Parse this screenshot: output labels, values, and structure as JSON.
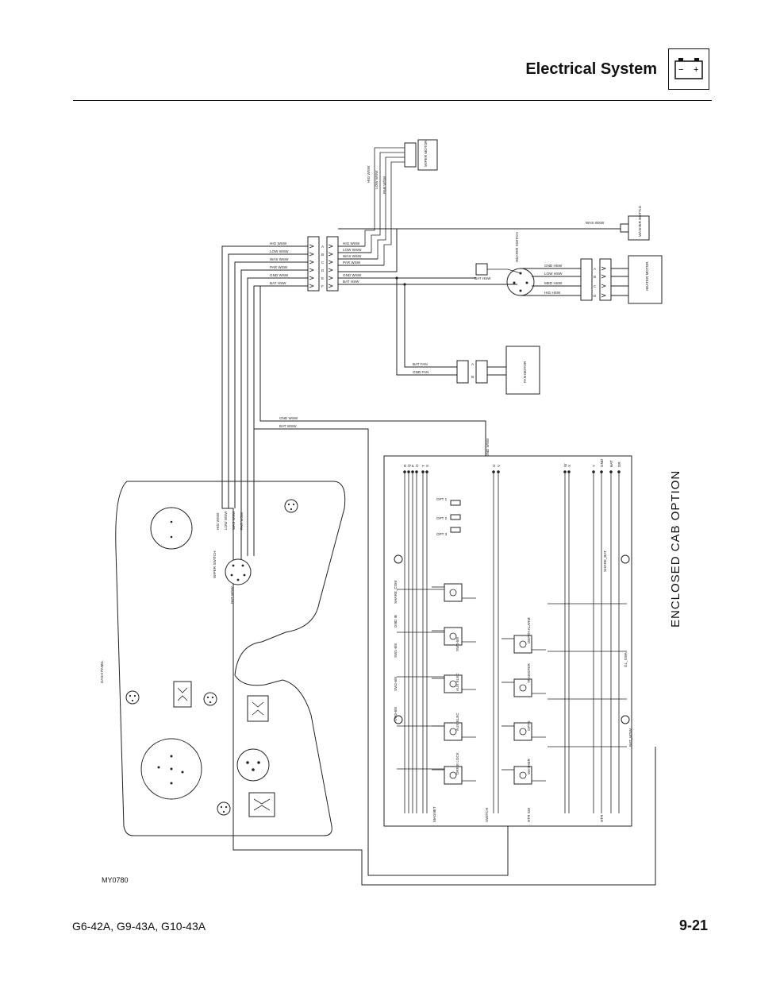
{
  "header": {
    "title": "Electrical System",
    "battery_minus": "−",
    "battery_plus": "+"
  },
  "side_label": "ENCLOSED CAB OPTION",
  "figure_id": "MY0780",
  "footer": {
    "models": "G6-42A, G9-43A, G10-43A",
    "page_number": "9-21"
  },
  "diagram": {
    "components": {
      "wiper_motor": "WIPER MOTOR",
      "washer_bottle": "WASHER BOTTLE",
      "heater_switch": "HEATER SWITCH",
      "heater_motor": "HEATER MOTOR",
      "fan_motor": "FAN MOTOR",
      "wiper_switch": "WIPER SWITCH",
      "dash_panel": "DASH PANEL"
    },
    "wires": {
      "hig_wsw": "HIG WSW",
      "low_wsw": "LOW WSW",
      "par_wsw": "PAR WSW",
      "was_wsw": "WAS WSW",
      "gnd_wsw": "GND WSW",
      "bat_hsw": "BAT HSW",
      "gnd_hsw": "GND HSW",
      "low_hsw": "LOW HSW",
      "med_hsw": "MED HSW",
      "hig_hsw": "HIG HSW",
      "bat_fan": "BAT FAN",
      "gnd_fan": "GND FAN",
      "gnd_wsw_vertical": "GND WSW",
      "bat_wsw": "BAT WSW"
    },
    "connector_pins": [
      "A",
      "B",
      "C",
      "D",
      "E",
      "F"
    ],
    "heater_pins": [
      "A",
      "B",
      "C",
      "D"
    ],
    "fan_pins": [
      "A",
      "B"
    ],
    "relay_labels": [
      "SHARE_COM",
      "GND IB",
      "SW1-6/8",
      "SW2-6/8",
      "SW3-6/8",
      "SW4-6/8",
      "AUX ELEC",
      "AUX ELEC",
      "DRIVE LOCK",
      "DEPTH ALARM",
      "TRANSFER",
      "OPTS",
      "WASHER",
      "SHARE_BAT",
      "GL_SWA",
      "BAT_WSW"
    ],
    "side_markers": [
      "MAGNET",
      "SWITCH",
      "HTR SW",
      "HTR"
    ],
    "opt_labels": [
      "OPT 1",
      "OPT 2",
      "OPT 3"
    ],
    "top_pins": [
      "R",
      "Q",
      "P",
      "O",
      "T",
      "S",
      "U",
      "V",
      "W",
      "X",
      "Y",
      "GND",
      "BAT",
      "DR"
    ]
  }
}
